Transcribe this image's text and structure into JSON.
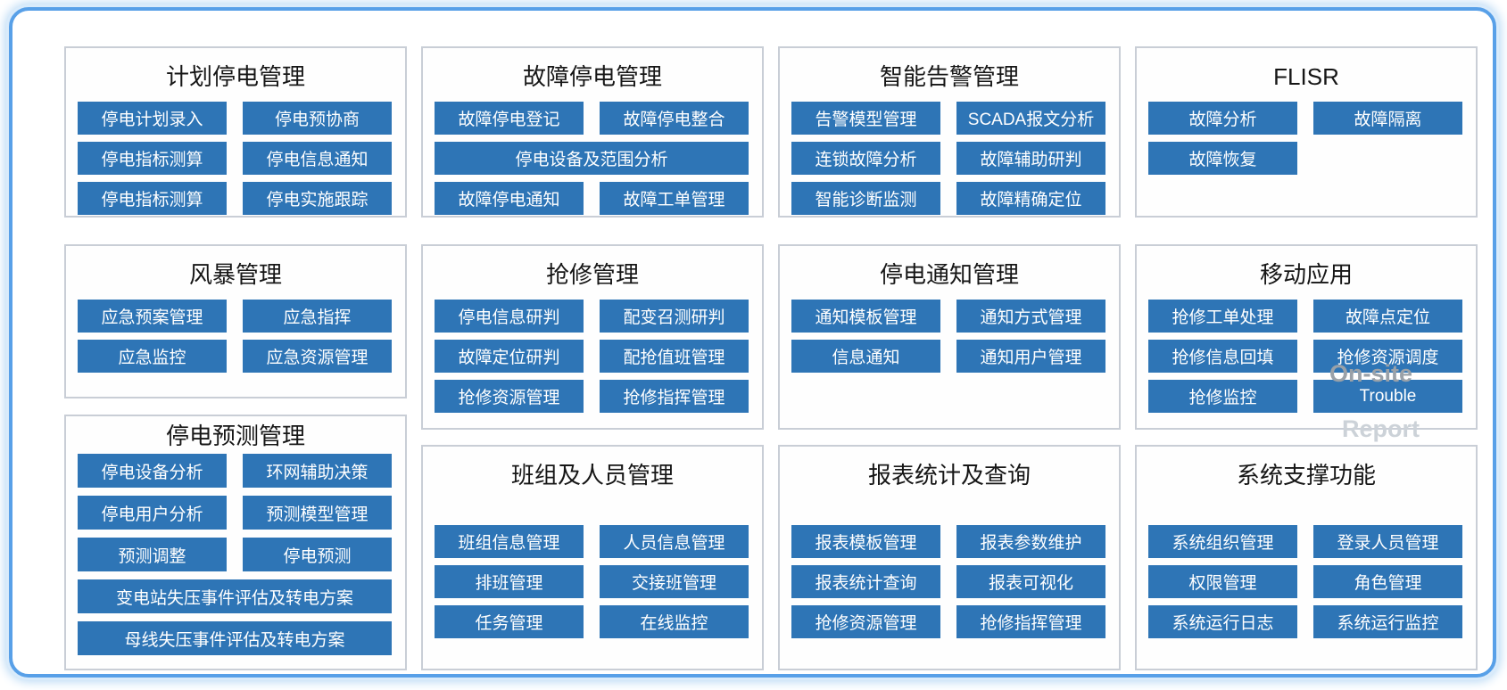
{
  "figure": {
    "type": "module-architecture-diagram",
    "colors": {
      "button_blue": "#2e75b6",
      "frame_blue": "#58a0e8",
      "panel_border": "#c9ced6",
      "overlay_grey": "#9aa1a8"
    }
  },
  "panels": [
    {
      "id": "planned-outage-mgmt",
      "title": "计划停电管理",
      "buttons": [
        {
          "label": "停电计划录入"
        },
        {
          "label": "停电预协商"
        },
        {
          "label": "停电指标测算"
        },
        {
          "label": "停电信息通知"
        },
        {
          "label": "停电指标测算"
        },
        {
          "label": "停电实施跟踪"
        }
      ]
    },
    {
      "id": "fault-outage-mgmt",
      "title": "故障停电管理",
      "buttons": [
        {
          "label": "故障停电登记"
        },
        {
          "label": "故障停电整合"
        },
        {
          "label": "停电设备及范围分析",
          "wide": true
        },
        {
          "label": "故障停电通知"
        },
        {
          "label": "故障工单管理"
        }
      ]
    },
    {
      "id": "smart-alarm-mgmt",
      "title": "智能告警管理",
      "buttons": [
        {
          "label": "告警模型管理"
        },
        {
          "label": "SCADA报文分析"
        },
        {
          "label": "连锁故障分析"
        },
        {
          "label": "故障辅助研判"
        },
        {
          "label": "智能诊断监测"
        },
        {
          "label": "故障精确定位"
        }
      ]
    },
    {
      "id": "flisr",
      "title": "FLISR",
      "buttons": [
        {
          "label": "故障分析"
        },
        {
          "label": "故障隔离"
        },
        {
          "label": "故障恢复"
        }
      ]
    },
    {
      "id": "storm-mgmt",
      "title": "风暴管理",
      "buttons": [
        {
          "label": "应急预案管理"
        },
        {
          "label": "应急指挥"
        },
        {
          "label": "应急监控"
        },
        {
          "label": "应急资源管理"
        }
      ]
    },
    {
      "id": "repair-mgmt",
      "title": "抢修管理",
      "buttons": [
        {
          "label": "停电信息研判"
        },
        {
          "label": "配变召测研判"
        },
        {
          "label": "故障定位研判"
        },
        {
          "label": "配抢值班管理"
        },
        {
          "label": "抢修资源管理"
        },
        {
          "label": "抢修指挥管理"
        }
      ]
    },
    {
      "id": "outage-notice-mgmt",
      "title": "停电通知管理",
      "buttons": [
        {
          "label": "通知模板管理"
        },
        {
          "label": "通知方式管理"
        },
        {
          "label": "信息通知"
        },
        {
          "label": "通知用户管理"
        }
      ]
    },
    {
      "id": "mobile-app",
      "title": "移动应用",
      "buttons": [
        {
          "label": "抢修工单处理"
        },
        {
          "label": "故障点定位"
        },
        {
          "label": "抢修信息回填"
        },
        {
          "label": "抢修资源调度"
        },
        {
          "label": "抢修监控"
        },
        {
          "label": "Trouble"
        }
      ]
    },
    {
      "id": "outage-forecast-mgmt",
      "title": "停电预测管理",
      "buttons": [
        {
          "label": "停电设备分析"
        },
        {
          "label": "环网辅助决策"
        },
        {
          "label": "停电用户分析"
        },
        {
          "label": "预测模型管理"
        },
        {
          "label": "预测调整"
        },
        {
          "label": "停电预测"
        },
        {
          "label": "变电站失压事件评估及转电方案",
          "wide": true
        },
        {
          "label": "母线失压事件评估及转电方案",
          "wide": true
        }
      ]
    },
    {
      "id": "team-personnel-mgmt",
      "title": "班组及人员管理",
      "buttons": [
        {
          "label": "班组信息管理"
        },
        {
          "label": "人员信息管理"
        },
        {
          "label": "排班管理"
        },
        {
          "label": "交接班管理"
        },
        {
          "label": "任务管理"
        },
        {
          "label": "在线监控"
        }
      ]
    },
    {
      "id": "report-stats-query",
      "title": "报表统计及查询",
      "buttons": [
        {
          "label": "报表模板管理"
        },
        {
          "label": "报表参数维护"
        },
        {
          "label": "报表统计查询"
        },
        {
          "label": "报表可视化"
        },
        {
          "label": "抢修资源管理"
        },
        {
          "label": "抢修指挥管理"
        }
      ]
    },
    {
      "id": "system-support",
      "title": "系统支撑功能",
      "buttons": [
        {
          "label": "系统组织管理"
        },
        {
          "label": "登录人员管理"
        },
        {
          "label": "权限管理"
        },
        {
          "label": "角色管理"
        },
        {
          "label": "系统运行日志"
        },
        {
          "label": "系统运行监控"
        }
      ]
    }
  ],
  "overlays": {
    "on_site": "On-site",
    "report": "Report"
  }
}
